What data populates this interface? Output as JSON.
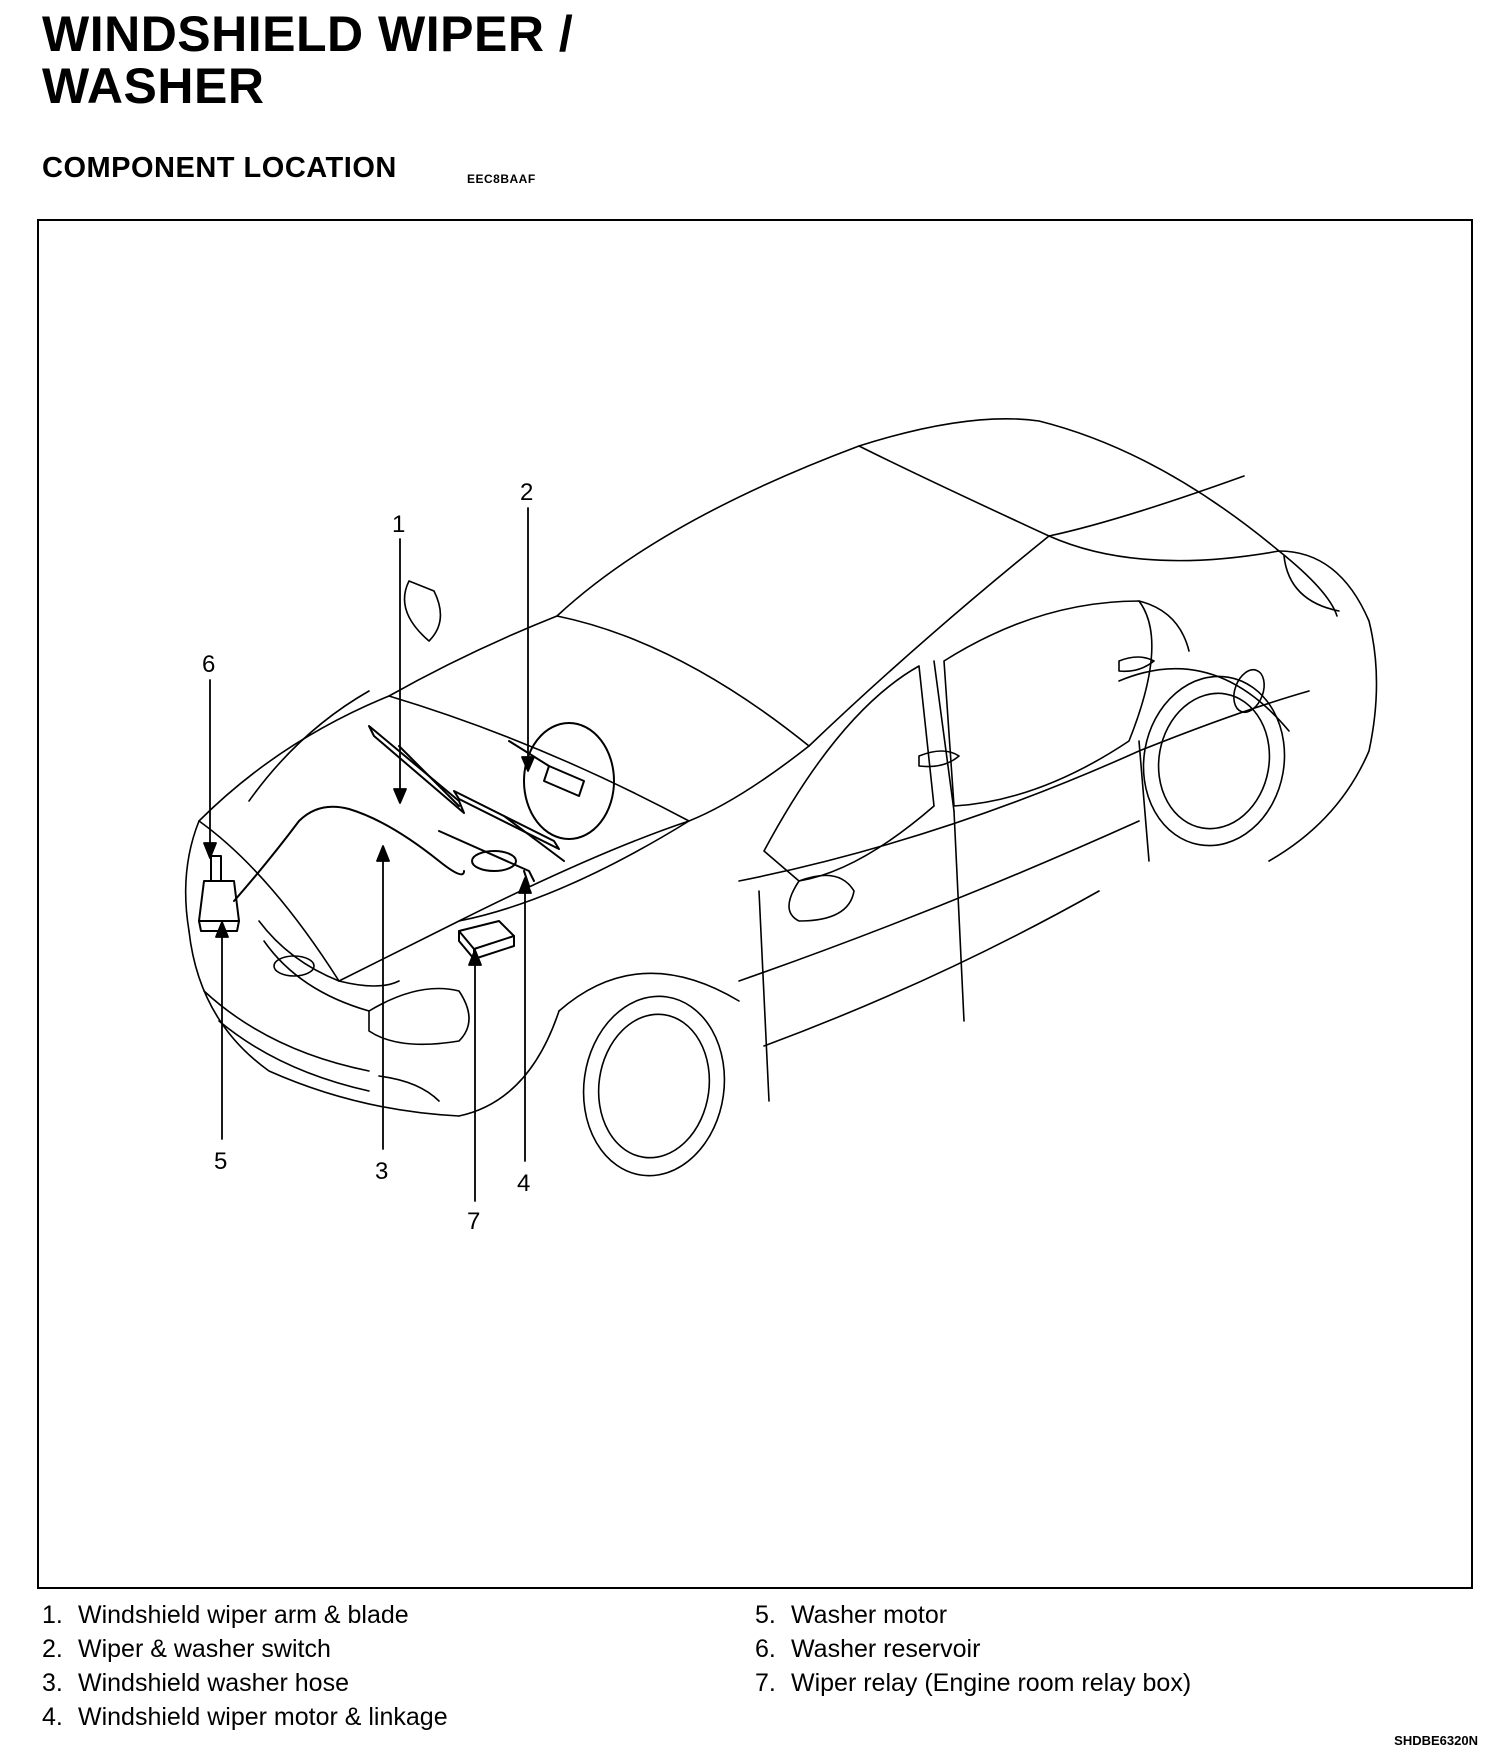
{
  "title_line1": "WINDSHIELD WIPER /",
  "title_line2": "WASHER",
  "section_title": "COMPONENT LOCATION",
  "section_code": "EEC8BAAF",
  "callouts": [
    "1",
    "2",
    "3",
    "4",
    "5",
    "6",
    "7"
  ],
  "legend_left": [
    {
      "num": "1.",
      "text": "Windshield wiper arm & blade"
    },
    {
      "num": "2.",
      "text": "Wiper & washer switch"
    },
    {
      "num": "3.",
      "text": "Windshield washer hose"
    },
    {
      "num": "4.",
      "text": "Windshield wiper motor & linkage"
    }
  ],
  "legend_right": [
    {
      "num": "5.",
      "text": "Washer motor"
    },
    {
      "num": "6.",
      "text": "Washer reservoir"
    },
    {
      "num": "7.",
      "text": "Wiper relay (Engine room relay box)"
    }
  ],
  "figure_code": "SHDBE6320N"
}
